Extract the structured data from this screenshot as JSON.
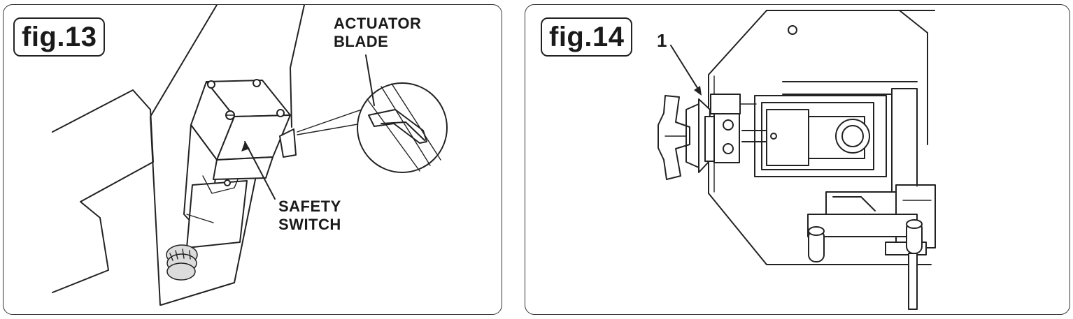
{
  "fig13": {
    "label": "fig.13",
    "callouts": {
      "actuator_line1": "ACTUATOR",
      "actuator_line2": "BLADE",
      "switch_line1": "SAFETY",
      "switch_line2": "SWITCH"
    }
  },
  "fig14": {
    "label": "fig.14",
    "callouts": {
      "part_1": "1"
    }
  }
}
